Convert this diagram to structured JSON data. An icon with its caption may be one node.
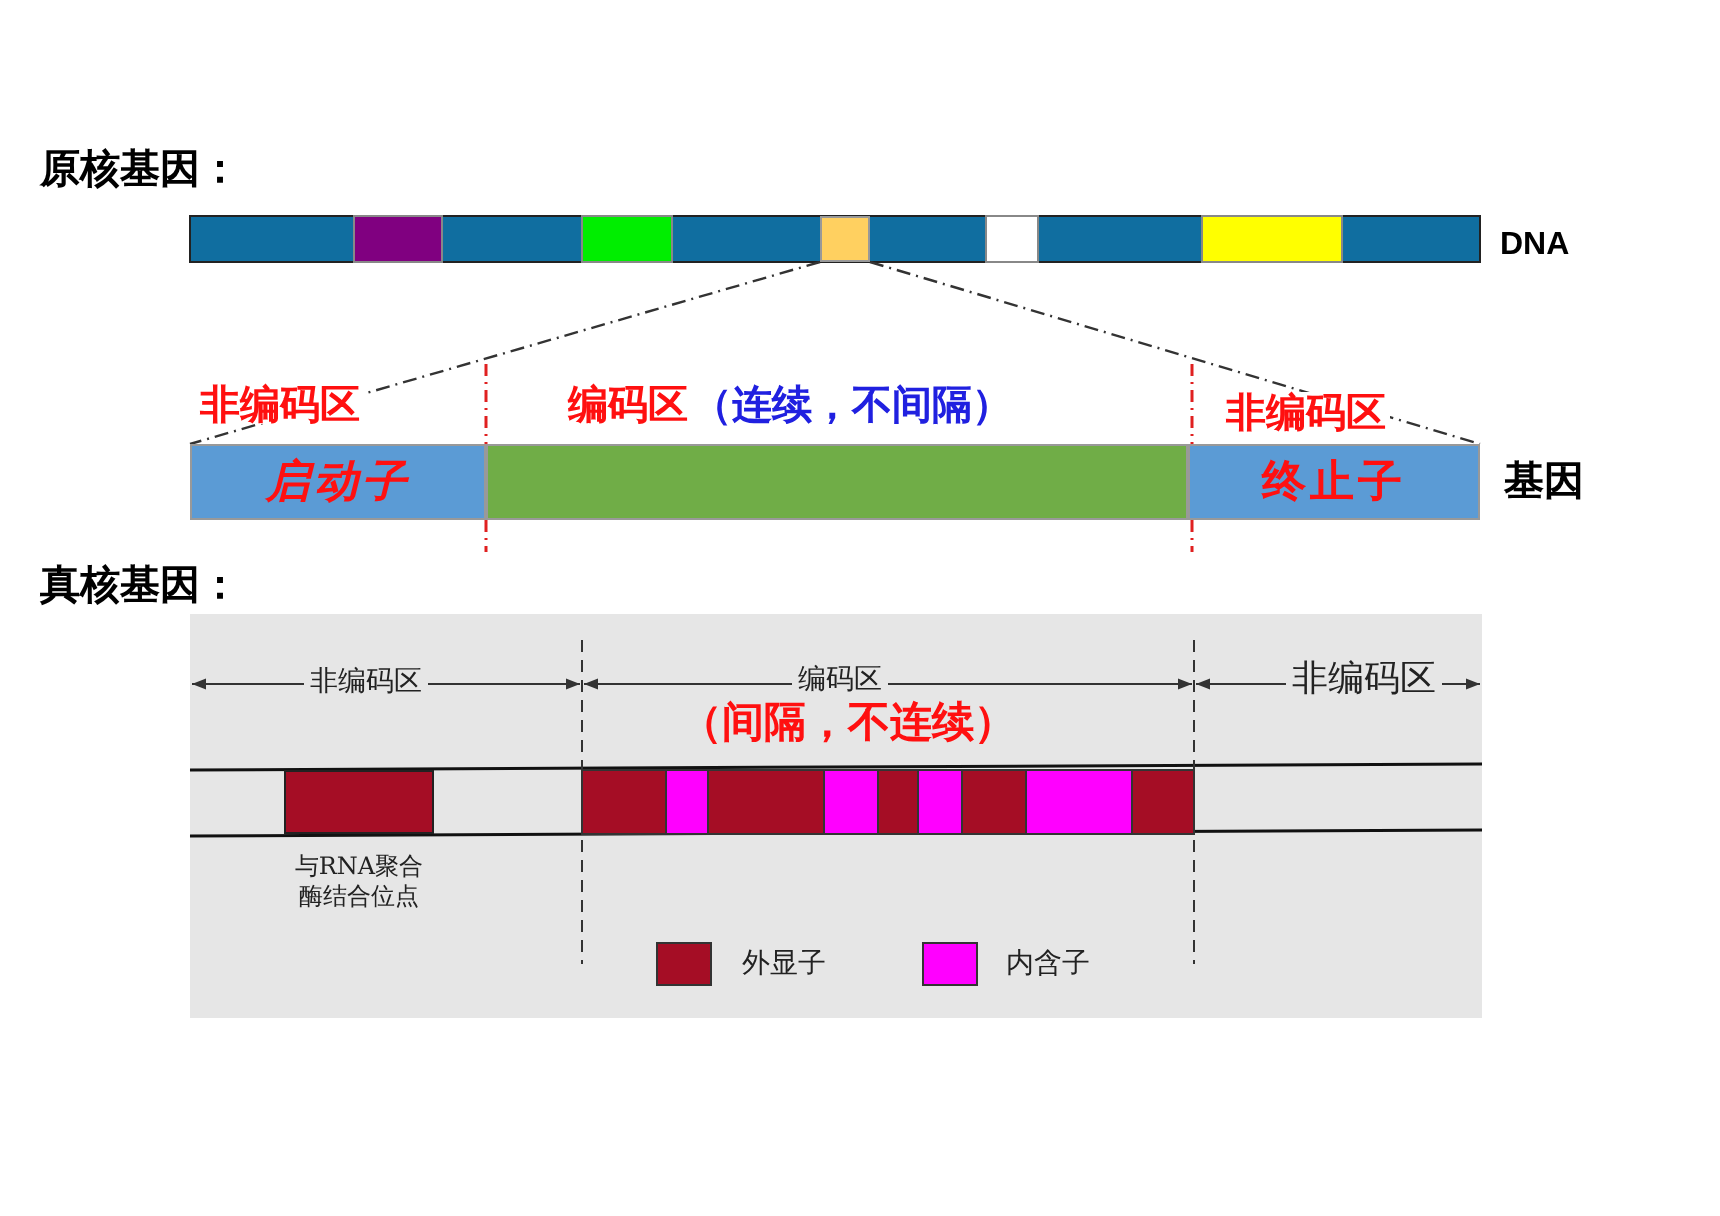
{
  "diagram": {
    "nodes": [
      {
        "text": [],
        "shape": "box"
      },
      {
        "text": [
          "启动子"
        ]
      },
      {
        "text": [],
        "shape": "box"
      },
      {
        "text": [
          "终止子"
        ]
      },
      {
        "text": [],
        "shape": "box",
        "beside": [
          "与RNA聚合酶结合位点"
        ]
      }
    ],
    "edges": [
      {
        "from": 0,
        "to": 1,
        "arrow": "none",
        "style": "dashed"
      },
      {
        "from": 0,
        "to": 3,
        "arrow": "none",
        "style": "dashed"
      }
    ],
    "labels": [
      "原核基因：",
      "DNA",
      "非编码区",
      "编码区",
      "（连续，不间隔）",
      "非编码区",
      "基因",
      "真核基因：",
      "非编码区",
      "编码区",
      "非编码区",
      "（间隔，不连续）"
    ],
    "legend": [
      {
        "text": "外显子",
        "color": "#a50d25"
      },
      {
        "text": "内含子",
        "color": "#ff00ff"
      }
    ]
  }
}
